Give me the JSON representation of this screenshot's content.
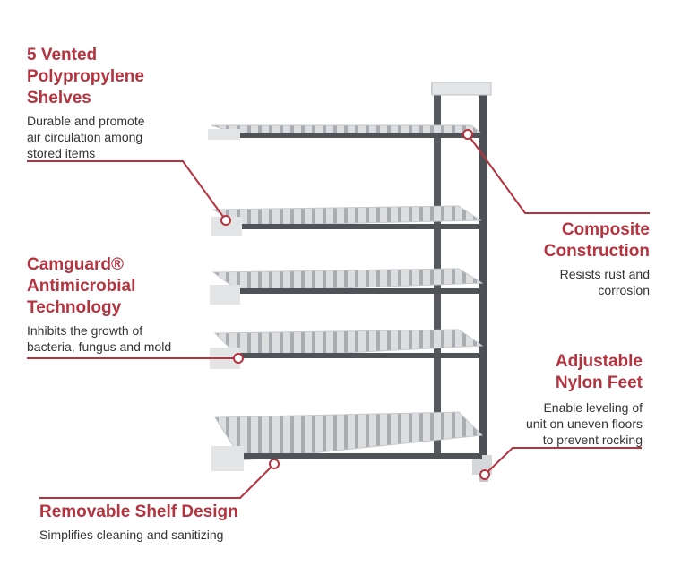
{
  "callouts": [
    {
      "title_lines": [
        "5 Vented",
        "Polypropylene",
        "Shelves"
      ],
      "desc_lines": [
        "Durable and promote",
        "air circulation among",
        "stored items"
      ]
    },
    {
      "title_lines": [
        "Camguard®",
        "Antimicrobial",
        "Technology"
      ],
      "desc_lines": [
        "Inhibits the growth of",
        "bacteria, fungus and mold"
      ]
    },
    {
      "title_lines": [
        "Removable Shelf Design"
      ],
      "desc_lines": [
        "Simplifies cleaning and sanitizing"
      ]
    },
    {
      "title_lines": [
        "Composite",
        "Construction"
      ],
      "desc_lines": [
        "Resists rust and",
        "corrosion"
      ]
    },
    {
      "title_lines": [
        "Adjustable",
        "Nylon Feet"
      ],
      "desc_lines": [
        "Enable leveling of",
        "unit on uneven floors",
        "to prevent rocking"
      ]
    }
  ],
  "colors": {
    "accent": "#b5333f",
    "text": "#333333",
    "shelf": "#d5d7d9",
    "frame": "#55595e"
  }
}
